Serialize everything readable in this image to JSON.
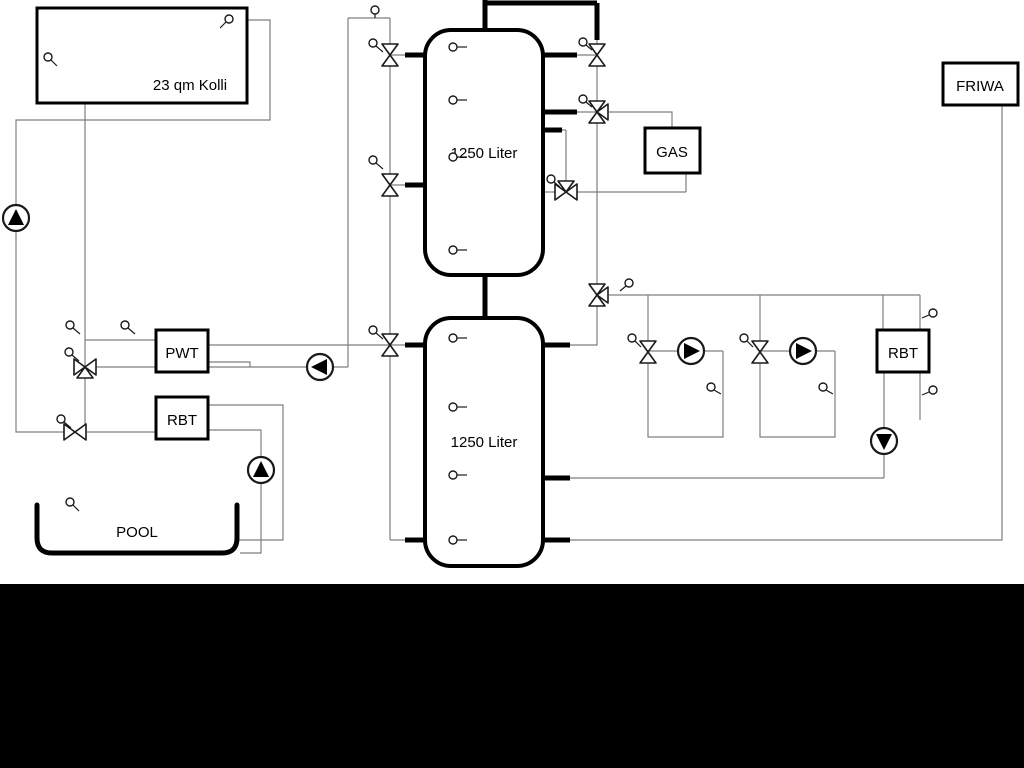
{
  "diagram": {
    "labels": {
      "collector": "23 qm Kolli",
      "tank_top": "1250 Liter",
      "tank_bottom": "1250 Liter",
      "pwt": "PWT",
      "rbt_left": "RBT",
      "rbt_right": "RBT",
      "gas": "GAS",
      "friwa": "FRIWA",
      "pool": "POOL"
    },
    "colors": {
      "background": "#ffffff",
      "letterbox": "#000000",
      "outline": "#000000",
      "pipe_thin": "#7f7f7f",
      "component_stroke": "#1a1a1a"
    }
  }
}
